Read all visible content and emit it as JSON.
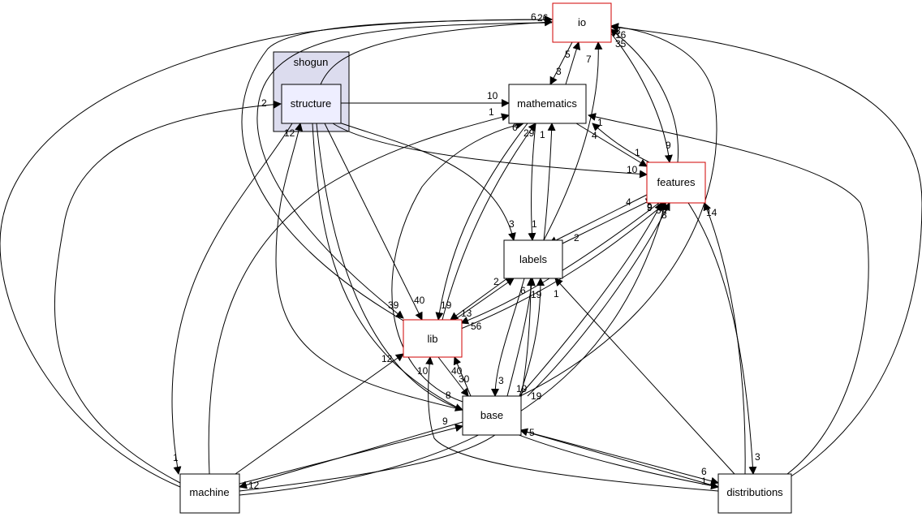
{
  "cluster": {
    "label": "shogun",
    "fill": "#dcdcee",
    "stroke": "#000000"
  },
  "nodes": {
    "structure": {
      "label": "structure",
      "fill": "#eeeeff",
      "stroke": "#000000"
    },
    "io": {
      "label": "io",
      "fill": "#ffffff",
      "stroke": "#d00000"
    },
    "mathematics": {
      "label": "mathematics",
      "fill": "#ffffff",
      "stroke": "#000000"
    },
    "features": {
      "label": "features",
      "fill": "#ffffff",
      "stroke": "#d00000"
    },
    "labels": {
      "label": "labels",
      "fill": "#ffffff",
      "stroke": "#000000"
    },
    "lib": {
      "label": "lib",
      "fill": "#ffffff",
      "stroke": "#d00000"
    },
    "base": {
      "label": "base",
      "fill": "#ffffff",
      "stroke": "#000000"
    },
    "machine": {
      "label": "machine",
      "fill": "#ffffff",
      "stroke": "#000000"
    },
    "distributions": {
      "label": "distributions",
      "fill": "#ffffff",
      "stroke": "#000000"
    }
  },
  "edge_labels": {
    "structure_io": "26",
    "structure_mathematics": "10",
    "structure_features": "10",
    "structure_labels": "3",
    "structure_lib": "40",
    "structure_base": "8",
    "structure_distributions": "1",
    "machine_structure": "2",
    "base_structure": "12",
    "lib_io": "35",
    "lib_mathematics": "29",
    "lib_features": "36",
    "lib_labels": "2",
    "mathematics_io": "5",
    "mathematics_features": "1",
    "io_mathematics": "3",
    "io_features": "9",
    "features_mathematics": "4",
    "features_labels": "2",
    "features_lib": "56",
    "features_distributions": "3",
    "labels_io": "7",
    "labels_mathematics": "1",
    "labels_features": "4",
    "labels_lib": "13",
    "labels_base": "3",
    "mathematics_labels": "1",
    "mathematics_lib": "19",
    "base_io": "16",
    "base_mathematics": "6",
    "base_features": "9",
    "base_labels": "6",
    "base_lib": "40",
    "base_machine": "12",
    "base_distributions": "6",
    "machine_io": "6",
    "machine_mathematics": "1",
    "machine_features": "8",
    "machine_lib": "12",
    "machine_labels": "19",
    "machine_base": "9",
    "distributions_io": "8",
    "distributions_features": "14",
    "distributions_labels": "1",
    "distributions_base": "5",
    "distributions_lib": "10",
    "structure_machine": "1",
    "lib_base": "30",
    "io_lib": "39",
    "mathematics_features2": "1",
    "labels_features2": "9",
    "base_features2": "19",
    "base_labels2": "19"
  }
}
